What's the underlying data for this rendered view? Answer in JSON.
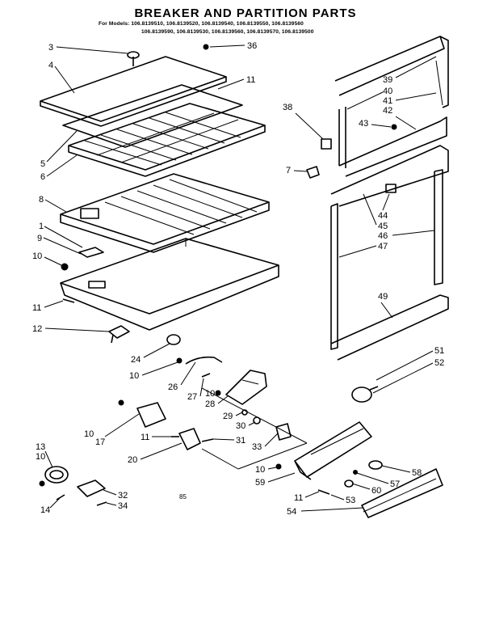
{
  "title": "BREAKER AND PARTITION PARTS",
  "models_line1": "For Models: 106.8139510, 106.8139520, 106.8139540, 106.8139550, 106.8139560",
  "models_line2": "106.8139590, 106.8139530, 106.8139560, 106.8139570, 106.8139500",
  "page_mark": "85",
  "callouts": {
    "c1": "1",
    "c3": "3",
    "c4": "4",
    "c5": "5",
    "c6": "6",
    "c7": "7",
    "c8": "8",
    "c9": "9",
    "c10a": "10",
    "c10b": "10",
    "c10c": "10",
    "c10d": "10",
    "c10e": "10",
    "c10f": "10",
    "c11a": "11",
    "c11b": "11",
    "c11c": "11",
    "c11d": "11",
    "c12": "12",
    "c13": "13",
    "c14": "14",
    "c17": "17",
    "c20": "20",
    "c24": "24",
    "c26": "26",
    "c27": "27",
    "c28": "28",
    "c29": "29",
    "c30": "30",
    "c31": "31",
    "c32": "32",
    "c33": "33",
    "c34": "34",
    "c36": "36",
    "c38": "38",
    "c39": "39",
    "c40": "40",
    "c41": "41",
    "c42": "42",
    "c43": "43",
    "c44": "44",
    "c45": "45",
    "c46": "46",
    "c47": "47",
    "c49": "49",
    "c51": "51",
    "c52": "52",
    "c53": "53",
    "c54": "54",
    "c57": "57",
    "c58": "58",
    "c59": "59",
    "c60": "60"
  }
}
